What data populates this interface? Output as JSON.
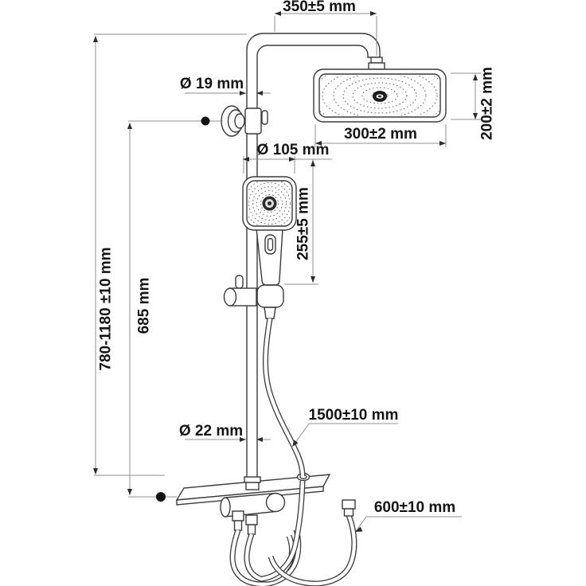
{
  "diagram": {
    "type": "technical-dimension-drawing",
    "subject": "shower column system with rain head, hand shower, shelf and mixer",
    "unit": "mm",
    "labels": {
      "arm_length": "350±5 mm",
      "pipe_diameter_top": "Ø 19 mm",
      "head_height": "200±2 mm",
      "head_width": "300±2 mm",
      "hand_shower_diameter": "Ø 105 mm",
      "hand_shower_length": "255±5 mm",
      "column_height": "780-1180 ±10 mm",
      "bracket_height": "685 mm",
      "pipe_diameter_bottom": "Ø 22 mm",
      "shower_hose_length": "1500±10 mm",
      "supply_hose_length": "600±10 mm"
    },
    "colors": {
      "background": "#ffffff",
      "product_outline": "#3a3a3a",
      "dimension_lines": "#8f8f8f",
      "text": "#141414",
      "mount_dots": "#111111"
    }
  }
}
